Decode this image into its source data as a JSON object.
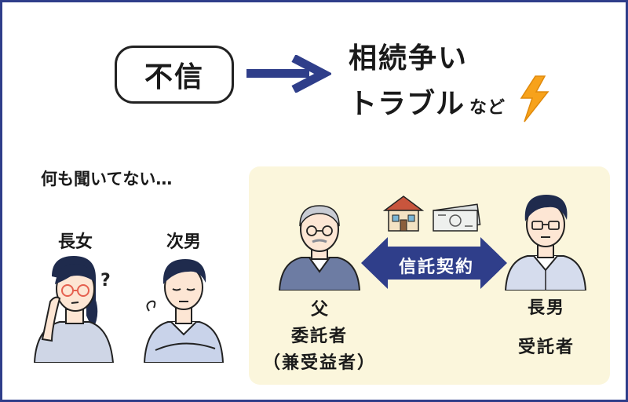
{
  "top": {
    "distrust_label": "不信",
    "result_line1": "相続争い",
    "result_line2": "トラブル",
    "result_suffix": "など"
  },
  "family": {
    "heard_nothing": "何も聞いてない…",
    "eldest_daughter": "長女",
    "second_son": "次男"
  },
  "trust": {
    "contract_label": "信託契約",
    "father_role": "父",
    "father_role2": "委託者",
    "father_role3": "（兼受益者）",
    "son_role": "長男",
    "son_role2": "受託者"
  },
  "colors": {
    "frame": "#2f3e8a",
    "arrow": "#2f3e8a",
    "panel": "#fbf6dc",
    "bolt": "#f7a21b"
  }
}
